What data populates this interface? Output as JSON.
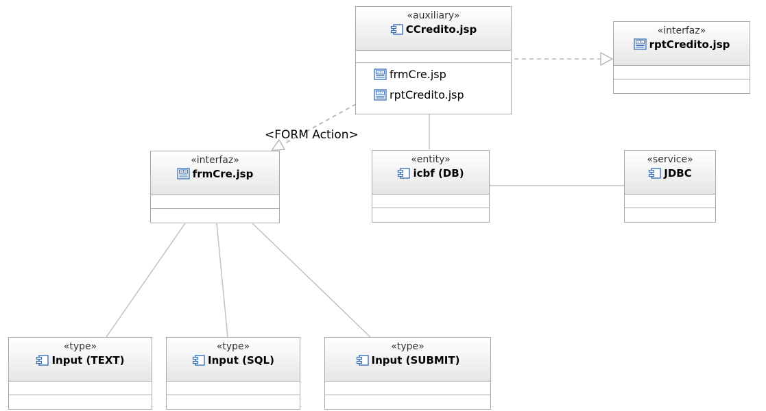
{
  "diagram": {
    "classes": {
      "ccredito": {
        "stereotype": "«auxiliary»",
        "name": "CCredito.jsp",
        "icon": "component-icon",
        "members": [
          "frmCre.jsp",
          "rptCredito.jsp"
        ]
      },
      "rptcredito": {
        "stereotype": "«interfaz»",
        "name": "rptCredito.jsp",
        "icon": "interface-icon"
      },
      "frmcre": {
        "stereotype": "«interfaz»",
        "name": "frmCre.jsp",
        "icon": "interface-icon"
      },
      "icbf": {
        "stereotype": "«entity»",
        "name": "icbf (DB)",
        "icon": "component-icon"
      },
      "jdbc": {
        "stereotype": "«service»",
        "name": "JDBC",
        "icon": "component-icon"
      },
      "input_text": {
        "stereotype": "«type»",
        "name": "Input (TEXT)",
        "icon": "component-icon"
      },
      "input_sql": {
        "stereotype": "«type»",
        "name": "Input (SQL)",
        "icon": "component-icon"
      },
      "input_submit": {
        "stereotype": "«type»",
        "name": "Input (SUBMIT)",
        "icon": "component-icon"
      }
    },
    "relationship_label": "<FORM Action>",
    "colors": {
      "border": "#a9a9a9",
      "line": "#c0c0c0",
      "icon_blue": "#3a6fb5"
    }
  }
}
